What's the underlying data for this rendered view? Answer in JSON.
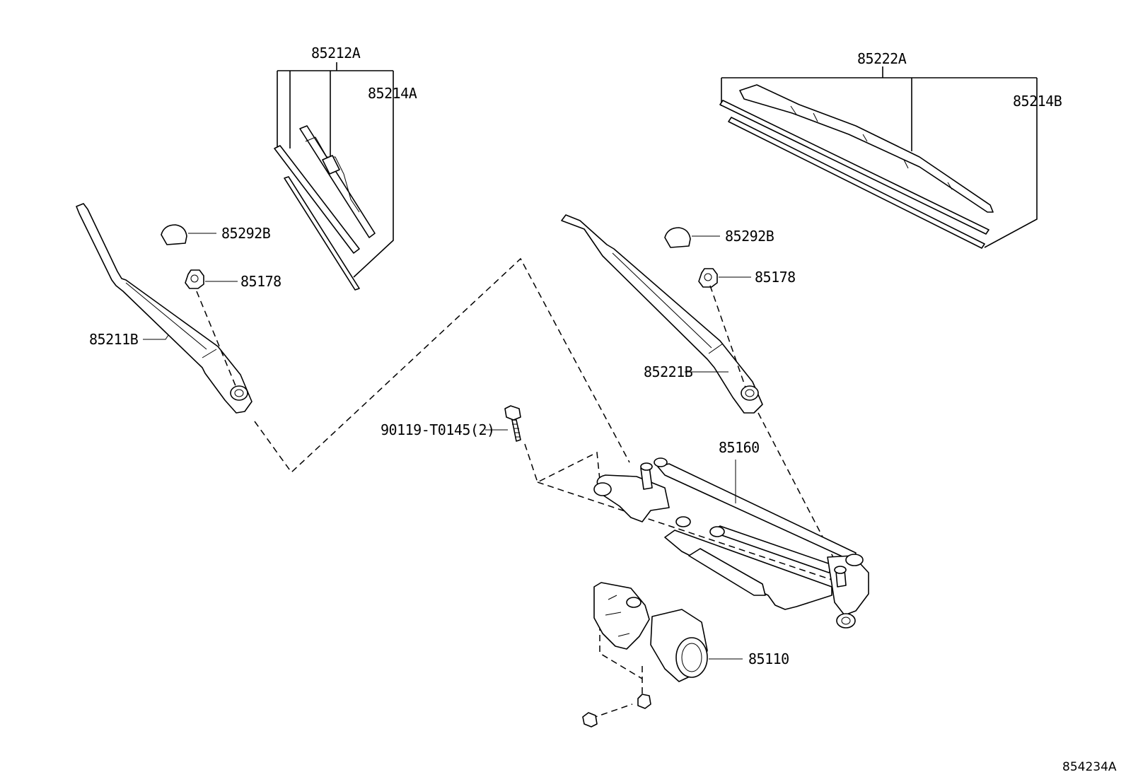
{
  "callouts": {
    "blade_assy_left": "85212A",
    "rubber_left": "85214A",
    "blade_assy_right": "85222A",
    "rubber_right": "85214B",
    "cap_left": "85292B",
    "cap_right": "85292B",
    "nut_left": "85178",
    "nut_right": "85178",
    "arm_left": "85211B",
    "arm_right": "85221B",
    "bolt": "90119-T0145(2)",
    "link_assy": "85160",
    "motor": "85110"
  },
  "figure_id": "854234A"
}
